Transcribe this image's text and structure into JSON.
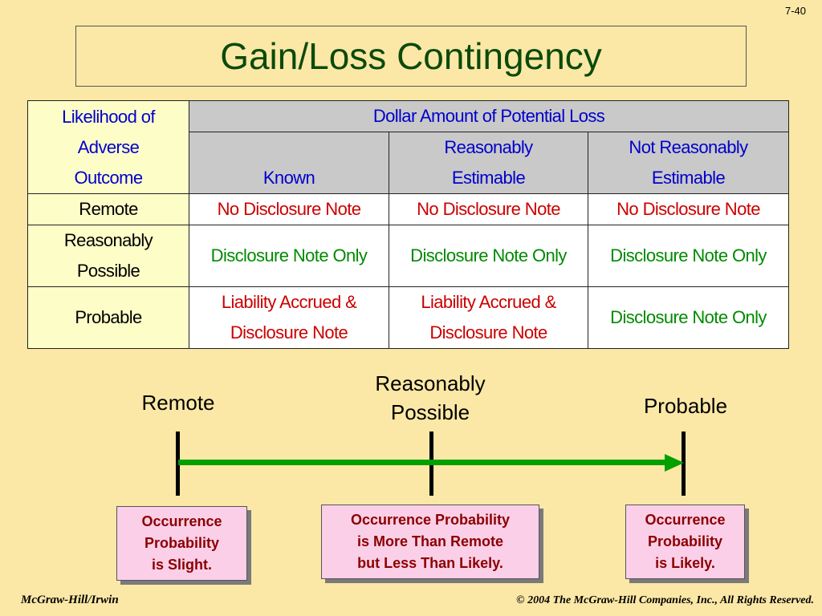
{
  "slide_number": "7-40",
  "title": "Gain/Loss Contingency",
  "table": {
    "likelihood_header_line1": "Likelihood of",
    "likelihood_header_line2": "Adverse",
    "likelihood_header_line3": "Outcome",
    "dollar_header": "Dollar Amount of Potential Loss",
    "col_known": "Known",
    "col_estimable_line1": "Reasonably",
    "col_estimable_line2": "Estimable",
    "col_not_estimable_line1": "Not Reasonably",
    "col_not_estimable_line2": "Estimable",
    "rows": [
      {
        "label_line1": "Remote",
        "label_line2": "",
        "known_l1": "No Disclosure Note",
        "known_l2": "",
        "estimable_l1": "No Disclosure Note",
        "estimable_l2": "",
        "not_estimable_l1": "No Disclosure Note",
        "not_estimable_l2": ""
      },
      {
        "label_line1": "Reasonably",
        "label_line2": "Possible",
        "known_l1": "Disclosure Note Only",
        "known_l2": "",
        "estimable_l1": "Disclosure Note Only",
        "estimable_l2": "",
        "not_estimable_l1": "Disclosure Note Only",
        "not_estimable_l2": ""
      },
      {
        "label_line1": "Probable",
        "label_line2": "",
        "known_l1": "Liability Accrued &",
        "known_l2": "Disclosure Note",
        "estimable_l1": "Liability Accrued &",
        "estimable_l2": "Disclosure Note",
        "not_estimable_l1": "Disclosure Note Only",
        "not_estimable_l2": ""
      }
    ]
  },
  "scale": {
    "remote_label": "Remote",
    "possible_label_line1": "Reasonably",
    "possible_label_line2": "Possible",
    "probable_label": "Probable",
    "box_remote_l1": "Occurrence",
    "box_remote_l2": "Probability",
    "box_remote_l3": "is Slight.",
    "box_possible_l1": "Occurrence Probability",
    "box_possible_l2": "is More Than Remote",
    "box_possible_l3": "but Less Than Likely.",
    "box_probable_l1": "Occurrence",
    "box_probable_l2": "Probability",
    "box_probable_l3": "is Likely."
  },
  "footer": {
    "left": "McGraw-Hill/Irwin",
    "right": "© 2004 The McGraw-Hill Companies, Inc., All Rights Reserved."
  },
  "colors": {
    "background": "#fbe8a6",
    "title": "#0b4a0b",
    "header_blue": "#0000cc",
    "note_red": "#cc0000",
    "note_green": "#008a00",
    "arrow_green": "#00a000",
    "box_pink": "#fbcfe8",
    "box_text": "#8b0000"
  }
}
